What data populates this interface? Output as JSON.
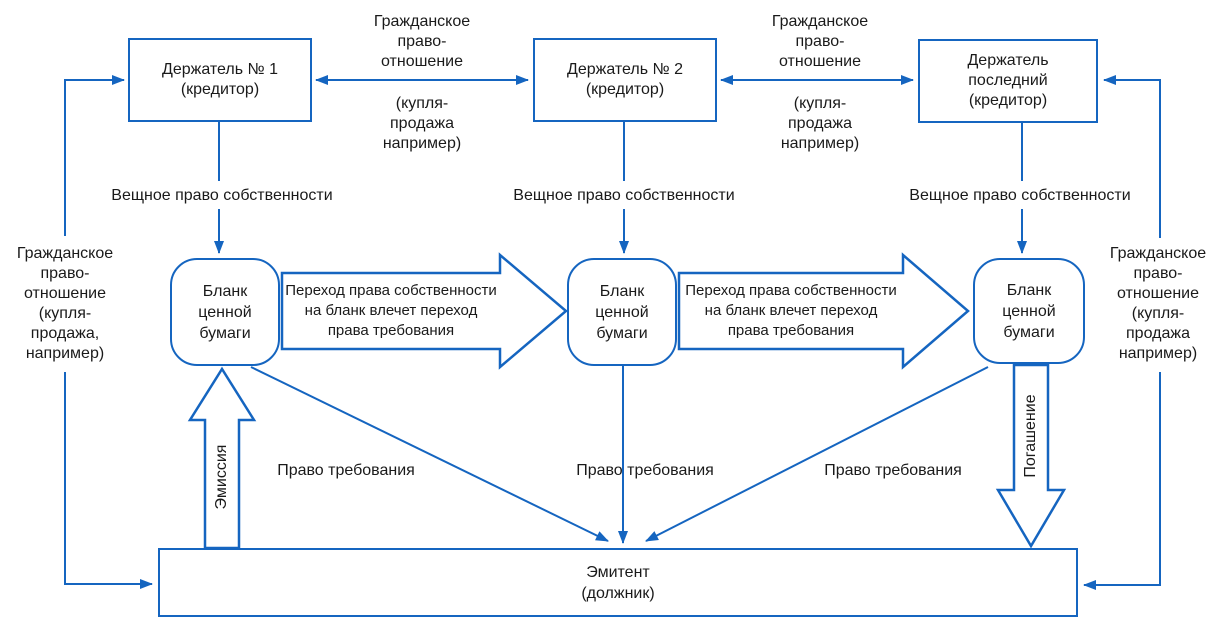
{
  "colors": {
    "accent": "#1565c0",
    "text": "#1a1a1a",
    "background": "#ffffff"
  },
  "top_row": {
    "holder1": {
      "line1": "Держатель № 1",
      "line2": "(кредитор)"
    },
    "holder2": {
      "line1": "Держатель № 2",
      "line2": "(кредитор)"
    },
    "holder3": {
      "line1": "Держатель",
      "line2": "последний",
      "line3": "(кредитор)"
    }
  },
  "civil_relation_gap": {
    "upper": [
      "Гражданское",
      "право-",
      "отношение"
    ],
    "lower": [
      "(купля-",
      "продажа",
      "например)"
    ]
  },
  "civil_relation_left": {
    "lines": [
      "Гражданское",
      "право-",
      "отношение",
      "(купля-",
      "продажа,",
      "например)"
    ]
  },
  "civil_relation_right": {
    "lines": [
      "Гражданское",
      "право-",
      "отношение",
      "(купля-",
      "продажа",
      "например)"
    ]
  },
  "ownership_label": "Вещное право собственности",
  "blank_box": {
    "line1": "Бланк",
    "line2": "ценной",
    "line3": "бумаги"
  },
  "transfer_arrow": {
    "line1": "Переход права собственности",
    "line2": "на бланк влечет переход",
    "line3": "права требования"
  },
  "claim_label": "Право требования",
  "emission_label": "Эмиссия",
  "redemption_label": "Погашение",
  "issuer": {
    "line1": "Эмитент",
    "line2": "(должник)"
  }
}
